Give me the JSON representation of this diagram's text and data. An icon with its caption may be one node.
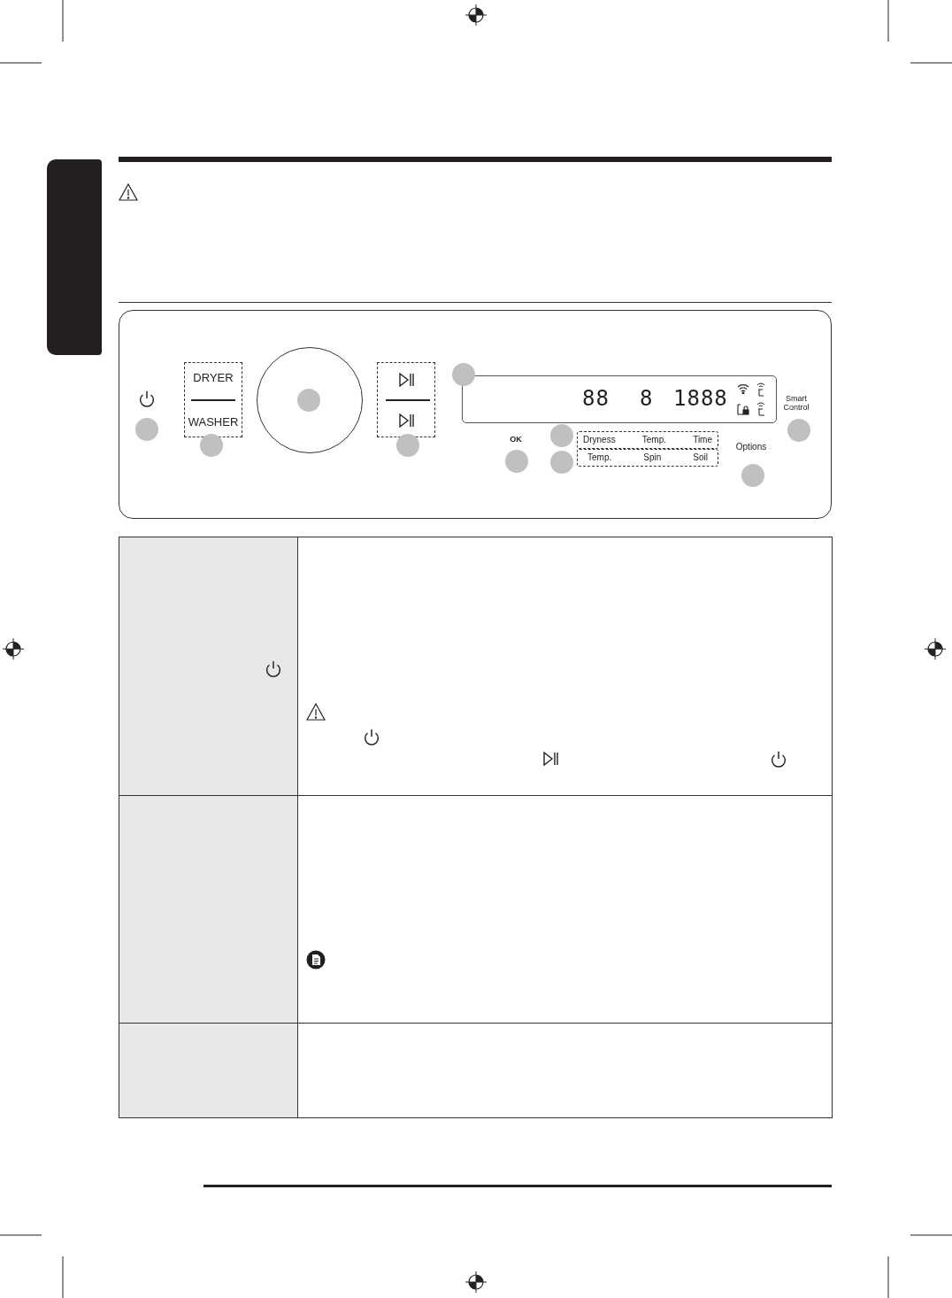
{
  "diagram": {
    "nodes": [
      {
        "text": [
          "DRYER",
          "WASHER"
        ]
      },
      {
        "text": [
          "88",
          "8",
          "1888"
        ]
      },
      {
        "text": [
          "Dryness",
          "Temp.",
          "Time"
        ]
      },
      {
        "text": [
          "Temp.",
          "Spin",
          "Soil"
        ]
      },
      {
        "text": [],
        "shape": "box"
      },
      {
        "text": [],
        "shape": "box"
      }
    ],
    "labels": [
      "OK",
      "Options",
      "Smart Control"
    ]
  }
}
